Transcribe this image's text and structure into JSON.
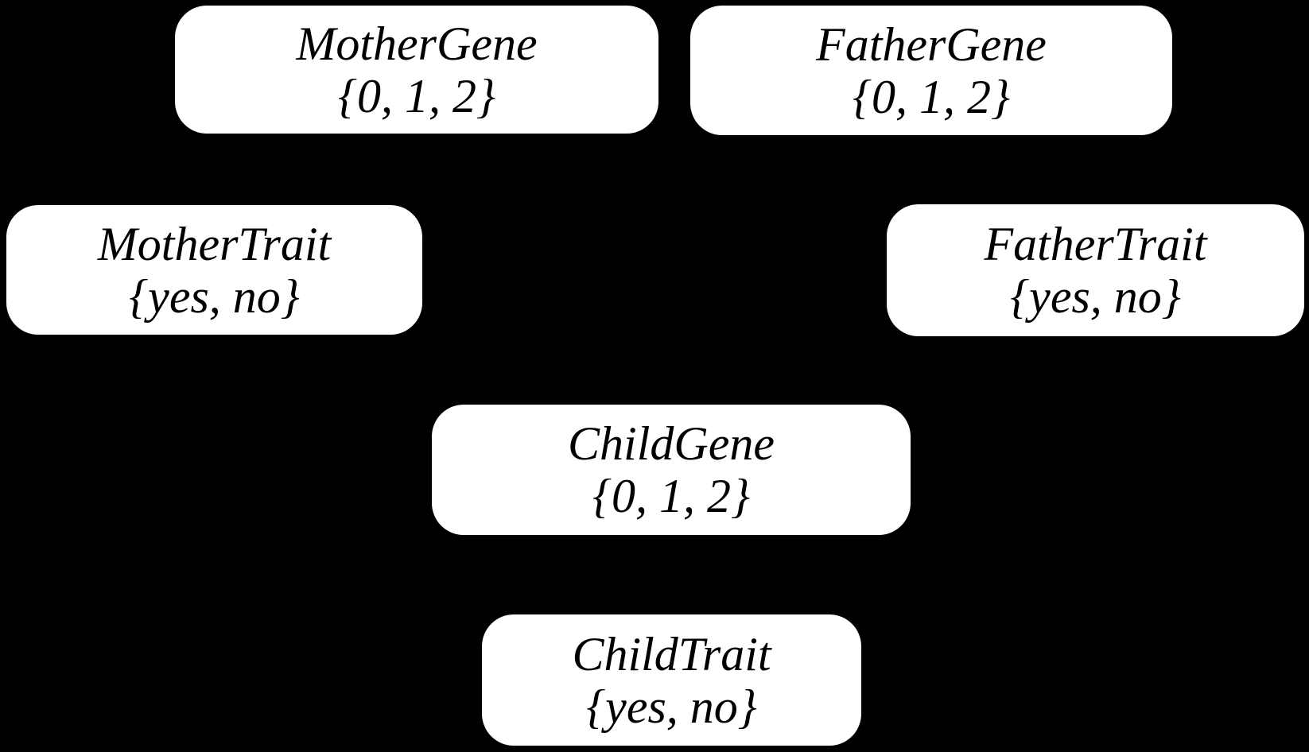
{
  "colors": {
    "background": "#000000",
    "node_fill": "#ffffff",
    "node_text": "#000000"
  },
  "diagram": {
    "type": "bayesian-network",
    "nodes": [
      {
        "id": "mother-gene",
        "label": "MotherGene",
        "states": "{0, 1, 2}"
      },
      {
        "id": "father-gene",
        "label": "FatherGene",
        "states": "{0, 1, 2}"
      },
      {
        "id": "mother-trait",
        "label": "MotherTrait",
        "states": "{yes, no}"
      },
      {
        "id": "father-trait",
        "label": "FatherTrait",
        "states": "{yes, no}"
      },
      {
        "id": "child-gene",
        "label": "ChildGene",
        "states": "{0, 1, 2}"
      },
      {
        "id": "child-trait",
        "label": "ChildTrait",
        "states": "{yes, no}"
      }
    ]
  }
}
